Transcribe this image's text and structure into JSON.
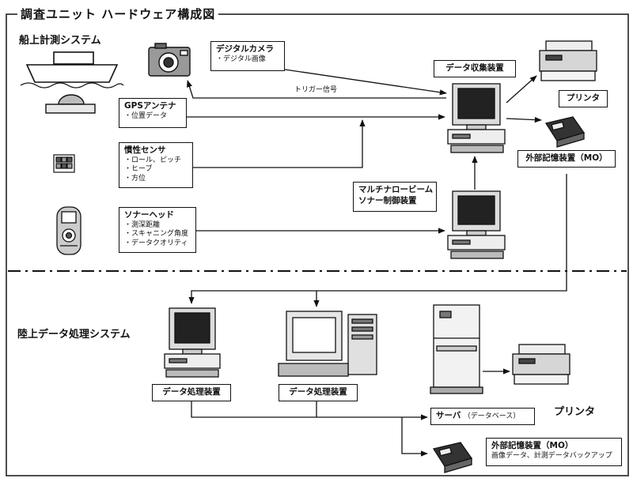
{
  "title": "調査ユニット ハードウェア構成図",
  "sections": {
    "ship": "船上計測システム",
    "land": "陸上データ処理システム"
  },
  "camera_box": {
    "name": "デジタルカメラ",
    "items": [
      "・デジタル画像"
    ]
  },
  "gps_box": {
    "name": "GPSアンテナ",
    "items": [
      "・位置データ"
    ]
  },
  "imu_box": {
    "name": "慣性センサ",
    "items": [
      "・ロール、ピッチ",
      "・ヒーブ",
      "・方位"
    ]
  },
  "sonar_box": {
    "name": "ソナーヘッド",
    "items": [
      "・測深距離",
      "・スキャニング角度",
      "・データクオリティ"
    ]
  },
  "trigger_label": "トリガー信号",
  "collector_label": "データ収集装置",
  "multibeam_label": [
    "マルチナロービーム",
    "ソナー制御装置"
  ],
  "printer_ship": "プリンタ",
  "mo_ship": "外部記憶装置（MO）",
  "processor_1": "データ処理装置",
  "processor_2": "データ処理装置",
  "server": {
    "name": "サーバ",
    "note": "（データベース）"
  },
  "printer_land": "プリンタ",
  "mo_land": {
    "name": "外部記憶装置（MO）",
    "note": "画像データ、計測データバックアップ"
  }
}
